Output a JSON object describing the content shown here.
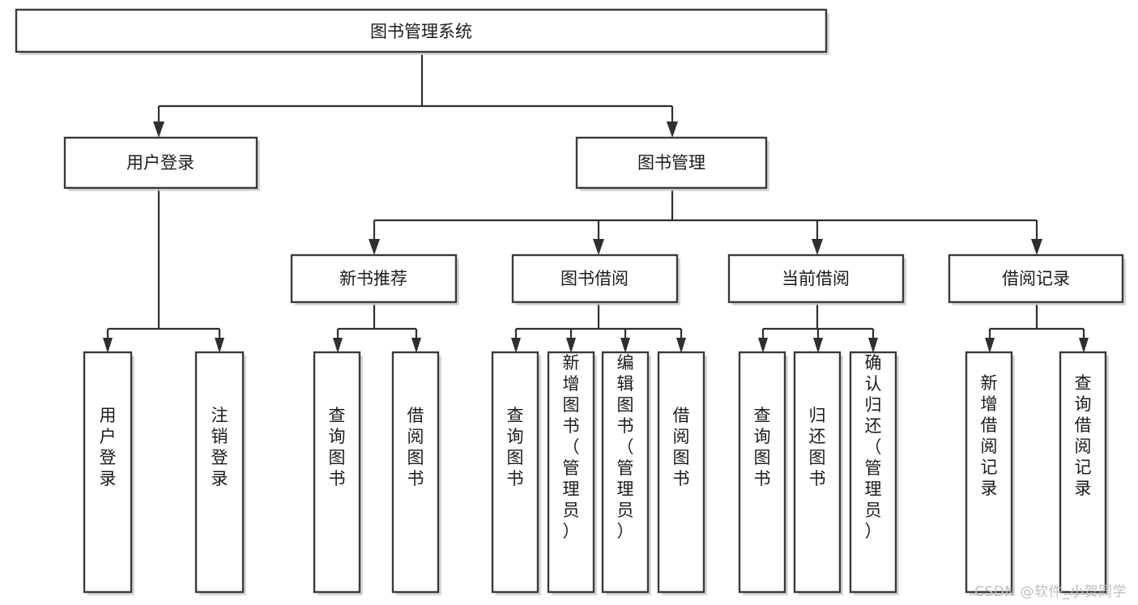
{
  "diagram": {
    "type": "tree-hierarchy-chart",
    "title": "图书管理系统",
    "orientation": "top-down",
    "box_fill": "#ffffff",
    "box_stroke": "#3a3a3a",
    "text_color": "#1b1b1b",
    "connector_color": "#2f2f2f",
    "background": "#ffffff",
    "levels": 4,
    "nodes": {
      "root": {
        "label": "图书管理系统",
        "level": 1,
        "orient": "horizontal"
      },
      "l2": [
        {
          "id": "user-login",
          "label": "用户登录",
          "level": 2,
          "orient": "horizontal"
        },
        {
          "id": "book-management",
          "label": "图书管理",
          "level": 2,
          "orient": "horizontal"
        }
      ],
      "l3": [
        {
          "id": "new-book-recommend",
          "label": "新书推荐",
          "level": 3,
          "orient": "horizontal",
          "parent": "book-management"
        },
        {
          "id": "book-borrow",
          "label": "图书借阅",
          "level": 3,
          "orient": "horizontal",
          "parent": "book-management"
        },
        {
          "id": "current-borrow",
          "label": "当前借阅",
          "level": 3,
          "orient": "horizontal",
          "parent": "book-management"
        },
        {
          "id": "borrow-record",
          "label": "借阅记录",
          "level": 3,
          "orient": "horizontal",
          "parent": "book-management"
        }
      ],
      "leaves": [
        {
          "id": "leaf-user-login",
          "label": "用户登录",
          "parent": "user-login",
          "orient": "vertical"
        },
        {
          "id": "leaf-logout",
          "label": "注销登录",
          "parent": "user-login",
          "orient": "vertical"
        },
        {
          "id": "leaf-query-books-1",
          "label": "查询图书",
          "parent": "new-book-recommend",
          "orient": "vertical"
        },
        {
          "id": "leaf-borrow-books-1",
          "label": "借阅图书",
          "parent": "new-book-recommend",
          "orient": "vertical"
        },
        {
          "id": "leaf-query-books-2",
          "label": "查询图书",
          "parent": "book-borrow",
          "orient": "vertical"
        },
        {
          "id": "leaf-add-book",
          "label": "新增图书（管理员）",
          "parent": "book-borrow",
          "orient": "vertical"
        },
        {
          "id": "leaf-edit-book",
          "label": "编辑图书（管理员）",
          "parent": "book-borrow",
          "orient": "vertical"
        },
        {
          "id": "leaf-borrow-books-2",
          "label": "借阅图书",
          "parent": "book-borrow",
          "orient": "vertical"
        },
        {
          "id": "leaf-query-books-3",
          "label": "查询图书",
          "parent": "current-borrow",
          "orient": "vertical"
        },
        {
          "id": "leaf-return-book",
          "label": "归还图书",
          "parent": "current-borrow",
          "orient": "vertical"
        },
        {
          "id": "leaf-confirm-return",
          "label": "确认归还（管理员）",
          "parent": "current-borrow",
          "orient": "vertical"
        },
        {
          "id": "leaf-add-record",
          "label": "新增借阅记录",
          "parent": "borrow-record",
          "orient": "vertical"
        },
        {
          "id": "leaf-query-record",
          "label": "查询借阅记录",
          "parent": "borrow-record",
          "orient": "vertical"
        }
      ]
    }
  },
  "watermark": {
    "text": "CSDN @软件_小贺同学"
  }
}
